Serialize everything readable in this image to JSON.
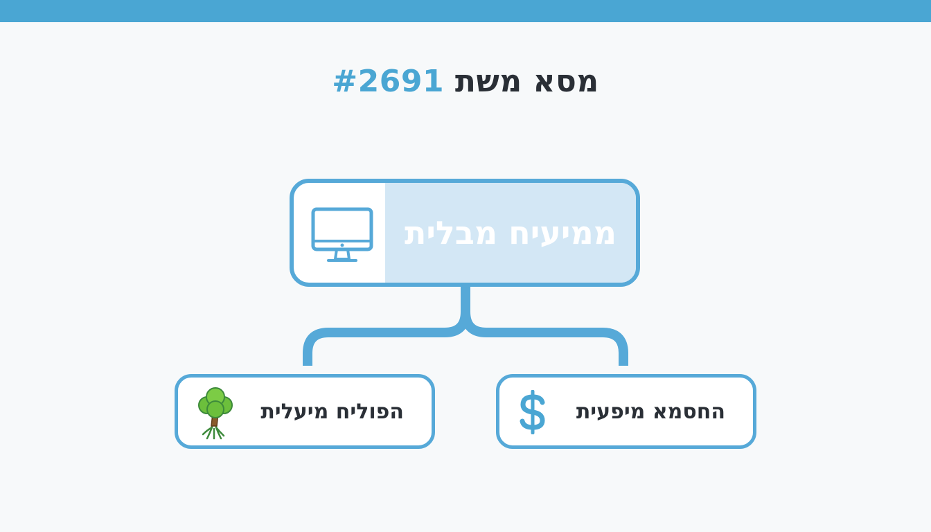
{
  "header": {
    "title_text": "מסא משת",
    "title_number": "#2691"
  },
  "main_node": {
    "label": "ממיעיח מבלית",
    "icon": "monitor-icon"
  },
  "children": [
    {
      "label": "הפוליח מיעלית",
      "icon": "tree-icon"
    },
    {
      "label": "החסמא מיפעית",
      "icon": "dollar-icon"
    }
  ],
  "colors": {
    "accent": "#4aa6d3",
    "node_border": "#56a9d8",
    "node_fill": "#d3e7f5",
    "text": "#2a2f36",
    "background": "#f7f9fa"
  }
}
